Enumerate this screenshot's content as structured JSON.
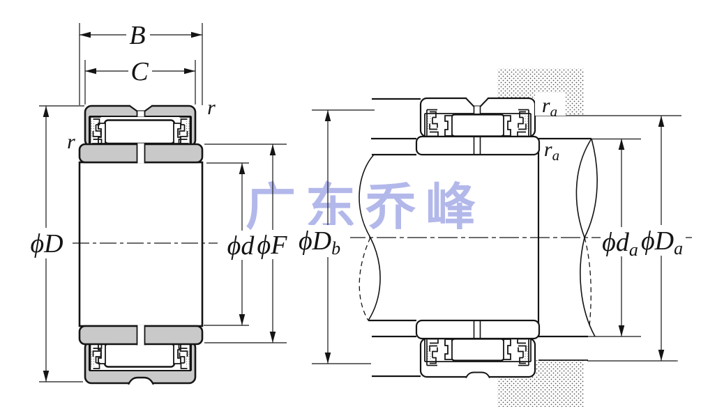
{
  "watermark": {
    "text": "广东乔峰",
    "color": "#b3b8ea"
  },
  "colors": {
    "ring_gray": "#c9c9c9",
    "line": "#141414",
    "background": "#ffffff"
  },
  "left_view": {
    "dims": {
      "B": "B",
      "C": "C",
      "phi_D": "ϕD",
      "phi_d": "ϕd",
      "phi_F": "ϕF",
      "r_left": "r",
      "r_right": "r"
    }
  },
  "right_view": {
    "dims": {
      "phi_Db_base": "ϕD",
      "phi_Db_sub": "b",
      "phi_da_base": "ϕd",
      "phi_da_sub": "a",
      "phi_Da_base": "ϕD",
      "phi_Da_sub": "a",
      "r_a_base": "r",
      "r_a_sub": "a"
    }
  }
}
